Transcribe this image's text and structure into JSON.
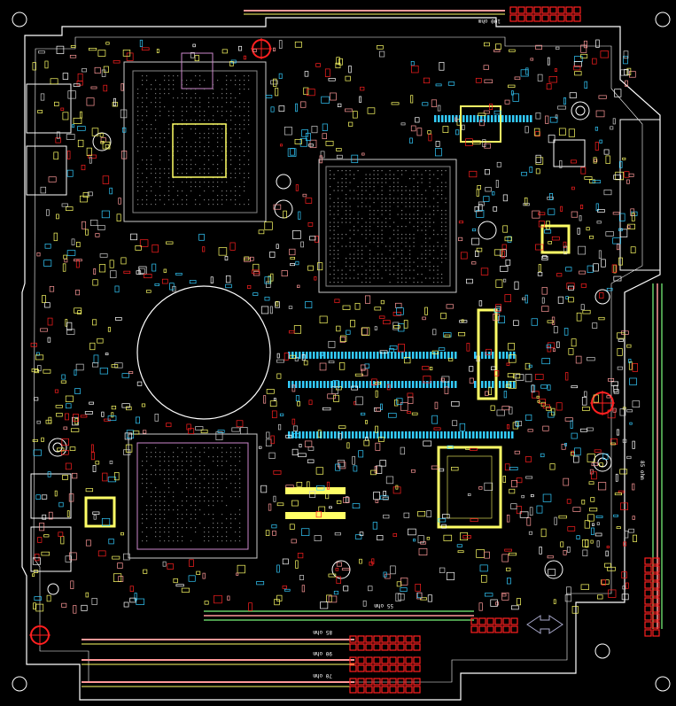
{
  "title": "",
  "labels": {
    "top_bus": "100 ohm",
    "bottom_bus_1": "55 ohm",
    "bottom_bus_2": "85 ohm",
    "bottom_bus_3": "90 ohm",
    "bottom_bus_4": "70 ohm",
    "right_bus": "85 ohm"
  },
  "colors": {
    "background": "#000000",
    "outline": "#ffffff",
    "silk_yellow": "#ffff66",
    "pad_cyan": "#33ccff",
    "pad_red": "#ff2020",
    "trace_pink": "#ff9999",
    "trace_green": "#66cc66",
    "chip_magenta": "#cc88cc"
  }
}
